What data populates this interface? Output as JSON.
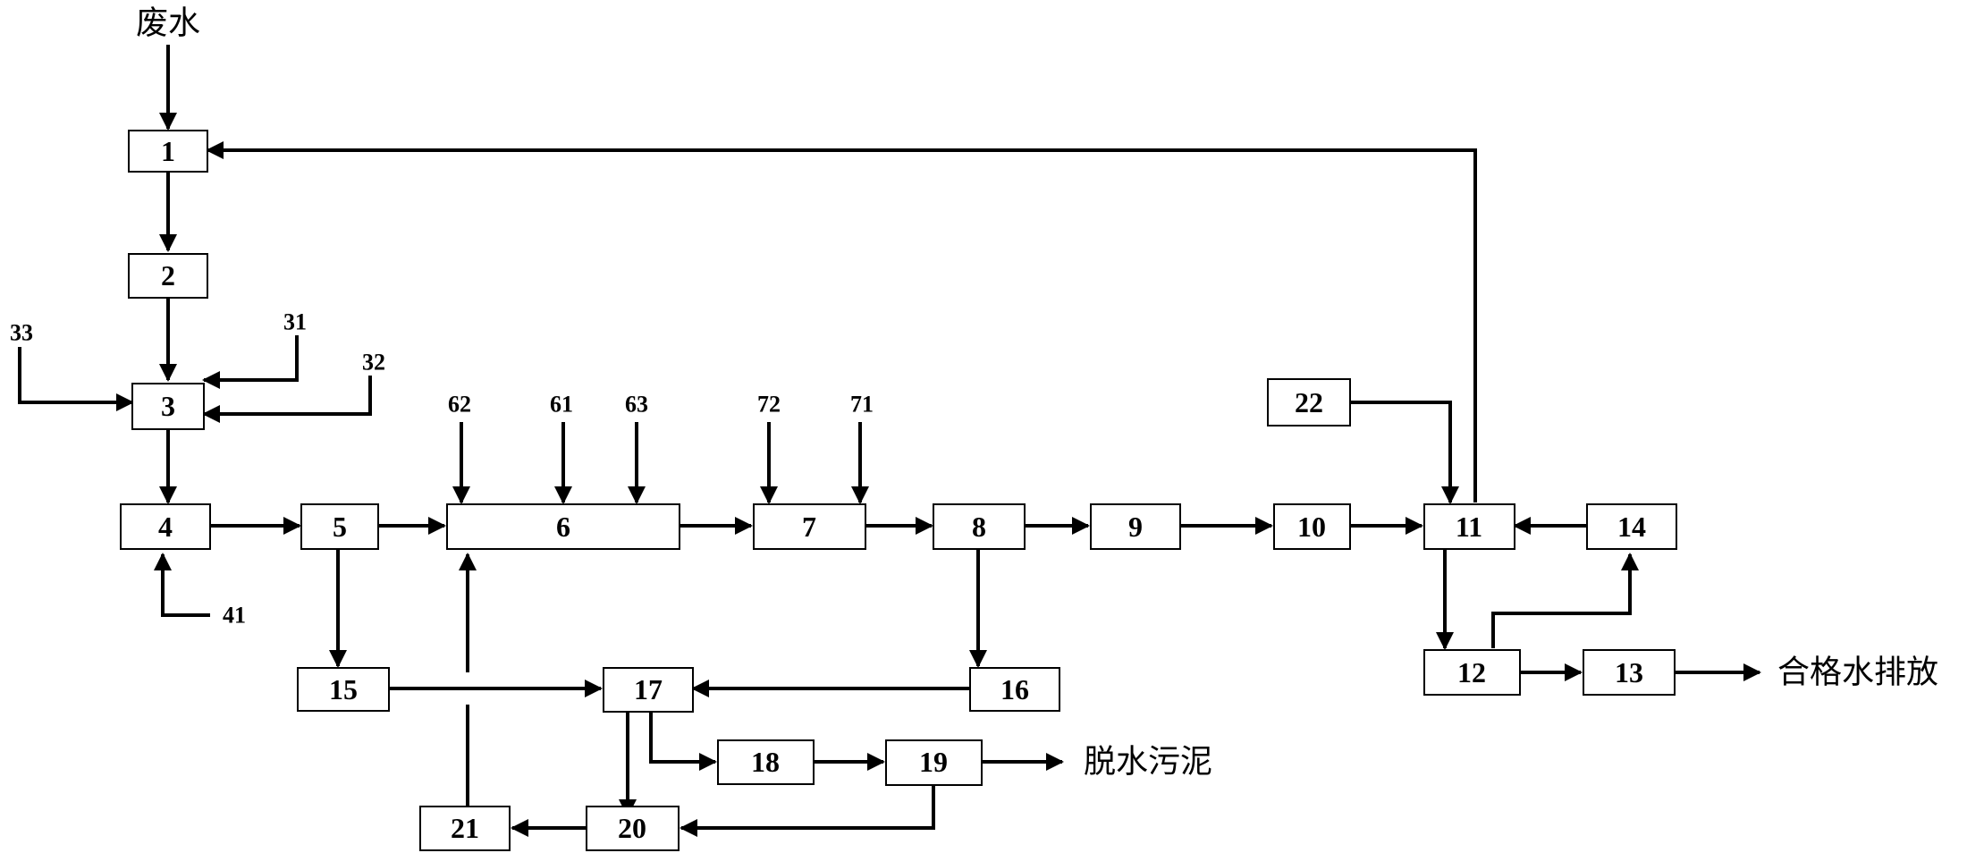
{
  "labels": {
    "inflow": "废水",
    "sludge_out": "脱水污泥",
    "clean_out": "合格水排放"
  },
  "units": {
    "u1": "1",
    "u2": "2",
    "u3": "3",
    "u4": "4",
    "u5": "5",
    "u6": "6",
    "u7": "7",
    "u8": "8",
    "u9": "9",
    "u10": "10",
    "u11": "11",
    "u12": "12",
    "u13": "13",
    "u14": "14",
    "u15": "15",
    "u16": "16",
    "u17": "17",
    "u18": "18",
    "u19": "19",
    "u20": "20",
    "u21": "21",
    "u22": "22"
  },
  "inputs": {
    "i31": "31",
    "i32": "32",
    "i33": "33",
    "i41": "41",
    "i61": "61",
    "i62": "62",
    "i63": "63",
    "i71": "71",
    "i72": "72"
  }
}
